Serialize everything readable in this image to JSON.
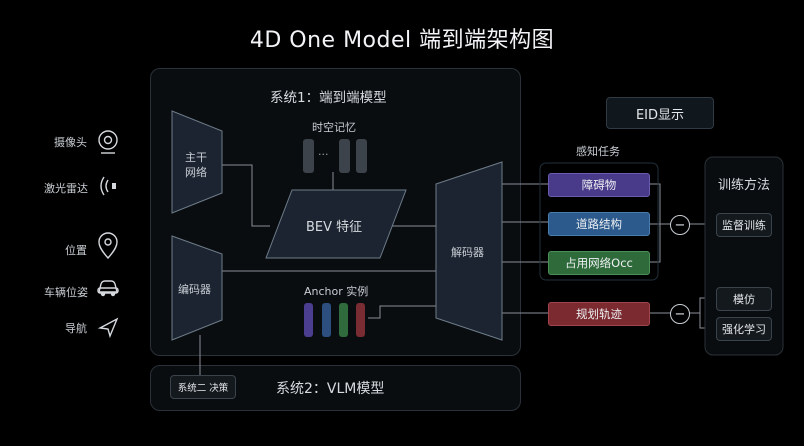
{
  "title": "4D One Model 端到端架构图",
  "system1": {
    "label": "系统1：端到端模型"
  },
  "system2": {
    "label": "系统2：VLM模型",
    "decision_label": "系统二 决策"
  },
  "inputs": [
    {
      "label": "摄像头",
      "icon": "camera-icon"
    },
    {
      "label": "激光雷达",
      "icon": "lidar-icon"
    },
    {
      "label": "位置",
      "icon": "location-pin-icon"
    },
    {
      "label": "车辆位姿",
      "icon": "car-icon"
    },
    {
      "label": "导航",
      "icon": "navigation-arrow-icon"
    }
  ],
  "backbone": {
    "label": "主干网络"
  },
  "encoder": {
    "label": "编码器"
  },
  "spatiotemporal_memory": {
    "label": "时空记忆",
    "dots": "···"
  },
  "bev": {
    "label": "BEV 特征"
  },
  "anchor": {
    "label": "Anchor 实例",
    "colors": [
      "#4b3d8f",
      "#2c4f80",
      "#2f6b3d",
      "#7a2c33"
    ]
  },
  "decoder": {
    "label": "解码器"
  },
  "eid": {
    "label": "EID显示"
  },
  "perception": {
    "label": "感知任务",
    "items": [
      {
        "label": "障碍物",
        "color": "#4a3b8a"
      },
      {
        "label": "道路结构",
        "color": "#2d5a8c"
      },
      {
        "label": "占用网络Occ",
        "color": "#2e6a3a"
      }
    ]
  },
  "planning": {
    "label": "规划轨迹",
    "color": "#7b2a30"
  },
  "training": {
    "label": "训练方法",
    "items": [
      {
        "label": "监督训练"
      },
      {
        "label": "模仿"
      },
      {
        "label": "强化学习"
      }
    ]
  },
  "minus_symbol": "−"
}
